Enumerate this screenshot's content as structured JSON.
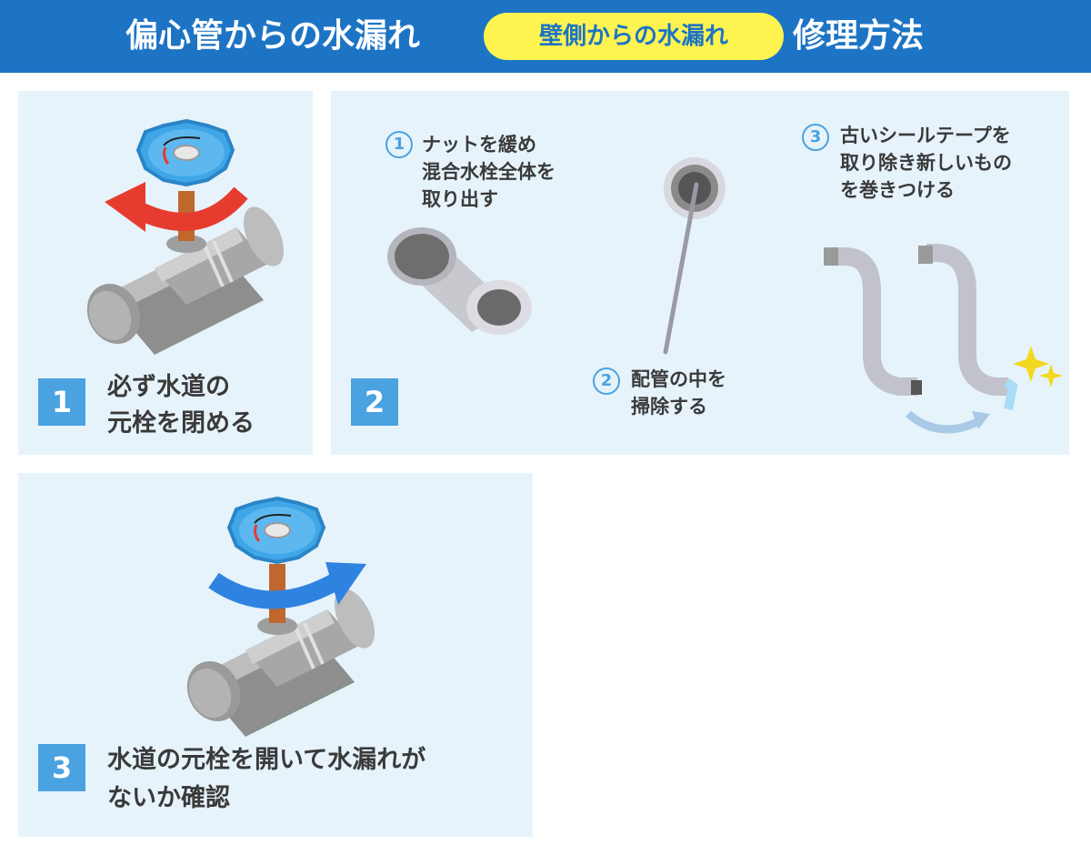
{
  "header": {
    "title_part1": "偏心管からの水漏れ",
    "badge": "壁側からの水漏れ",
    "title_part2": "修理方法"
  },
  "steps": [
    {
      "number": "1",
      "line1": "必ず水道の",
      "line2": "元栓を閉める"
    },
    {
      "number": "2",
      "substeps": [
        {
          "number": "1",
          "lines": [
            "ナットを緩め",
            "混合水栓全体を",
            "取り出す"
          ]
        },
        {
          "number": "2",
          "lines": [
            "配管の中を",
            "掃除する"
          ]
        },
        {
          "number": "3",
          "lines": [
            "古いシールテープを",
            "取り除き新しいもの",
            "を巻きつける"
          ]
        }
      ]
    },
    {
      "number": "3",
      "line1": "水道の元栓を開いて水漏れが",
      "line2": "ないか確認"
    }
  ],
  "colors": {
    "header_bg": "#1d74c5",
    "badge_bg": "#fff44f",
    "panel_bg": "#e6f3fb",
    "number_bg": "#4aa2e0",
    "close_arrow": "#e63c2f",
    "open_arrow": "#2f83e0",
    "valve_handle": "#3fa6e8"
  },
  "icons": [
    "valve-handle-icon",
    "close-arrow-icon",
    "open-arrow-icon",
    "pipe-icon",
    "sparkle-icon",
    "swap-arrow-icon"
  ]
}
